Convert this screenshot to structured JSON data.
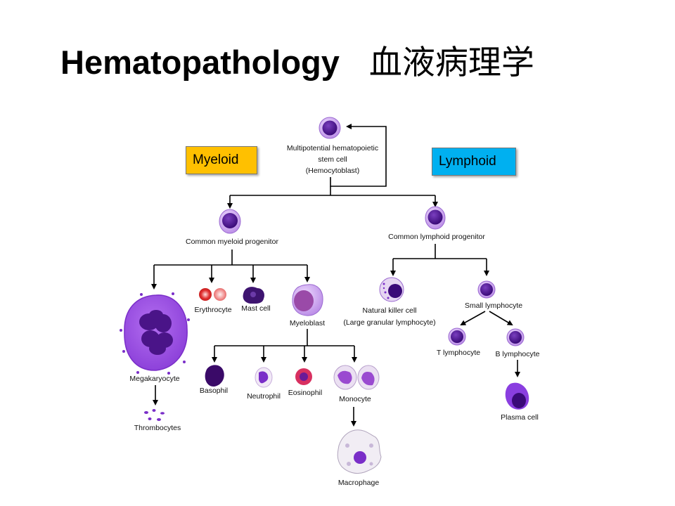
{
  "title": {
    "en": "Hematopathology",
    "cn": "血液病理学"
  },
  "tags": {
    "myeloid": "Myeloid",
    "lymphoid": "Lymphoid"
  },
  "cells": {
    "stem_line1": "Multipotential hematopoietic",
    "stem_line2": "stem cell",
    "stem_line3": "(Hemocytoblast)",
    "common_myeloid": "Common myeloid progenitor",
    "common_lymphoid": "Common lymphoid progenitor",
    "erythrocyte": "Erythrocyte",
    "mast_cell": "Mast cell",
    "myeloblast": "Myeloblast",
    "megakaryocyte": "Megakaryocyte",
    "thrombocytes": "Thrombocytes",
    "basophil": "Basophil",
    "neutrophil": "Neutrophil",
    "eosinophil": "Eosinophil",
    "monocyte": "Monocyte",
    "macrophage": "Macrophage",
    "nk_line1": "Natural killer cell",
    "nk_line2": "(Large granular lymphocyte)",
    "small_lymphocyte": "Small lymphocyte",
    "t_lymphocyte": "T lymphocyte",
    "b_lymphocyte": "B lymphocyte",
    "plasma_cell": "Plasma cell"
  }
}
